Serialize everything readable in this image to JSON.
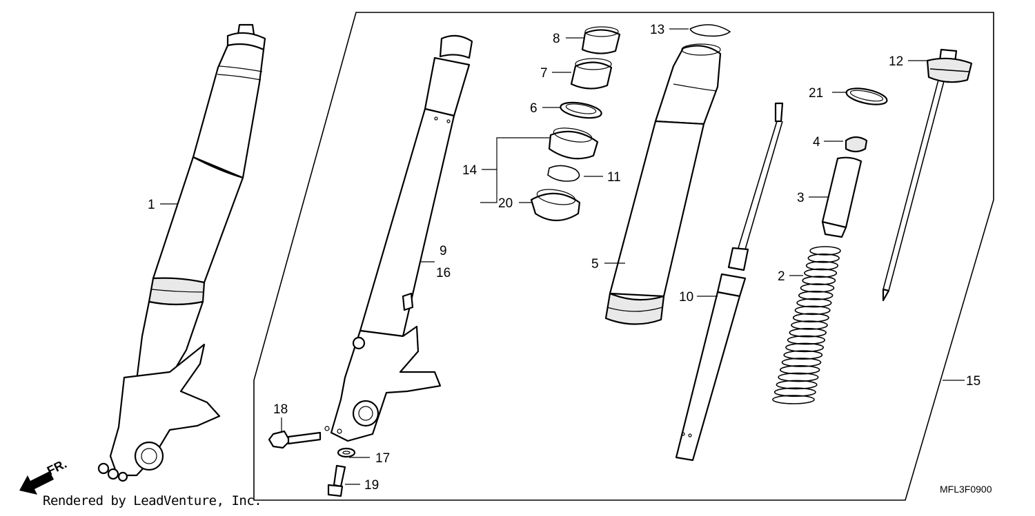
{
  "diagram": {
    "callouts": [
      {
        "id": "c1",
        "label": "1"
      },
      {
        "id": "c2",
        "label": "2"
      },
      {
        "id": "c3",
        "label": "3"
      },
      {
        "id": "c4",
        "label": "4"
      },
      {
        "id": "c5",
        "label": "5"
      },
      {
        "id": "c6",
        "label": "6"
      },
      {
        "id": "c7",
        "label": "7"
      },
      {
        "id": "c8",
        "label": "8"
      },
      {
        "id": "c9",
        "label": "9"
      },
      {
        "id": "c10",
        "label": "10"
      },
      {
        "id": "c11",
        "label": "11"
      },
      {
        "id": "c12",
        "label": "12"
      },
      {
        "id": "c13",
        "label": "13"
      },
      {
        "id": "c14",
        "label": "14"
      },
      {
        "id": "c15",
        "label": "15"
      },
      {
        "id": "c16",
        "label": "16"
      },
      {
        "id": "c17",
        "label": "17"
      },
      {
        "id": "c18",
        "label": "18"
      },
      {
        "id": "c19",
        "label": "19"
      },
      {
        "id": "c20",
        "label": "20"
      },
      {
        "id": "c21",
        "label": "21"
      }
    ],
    "front_arrow_label": "FR.",
    "diagram_code": "MFL3F0900",
    "credit": "Rendered by LeadVenture, Inc."
  }
}
